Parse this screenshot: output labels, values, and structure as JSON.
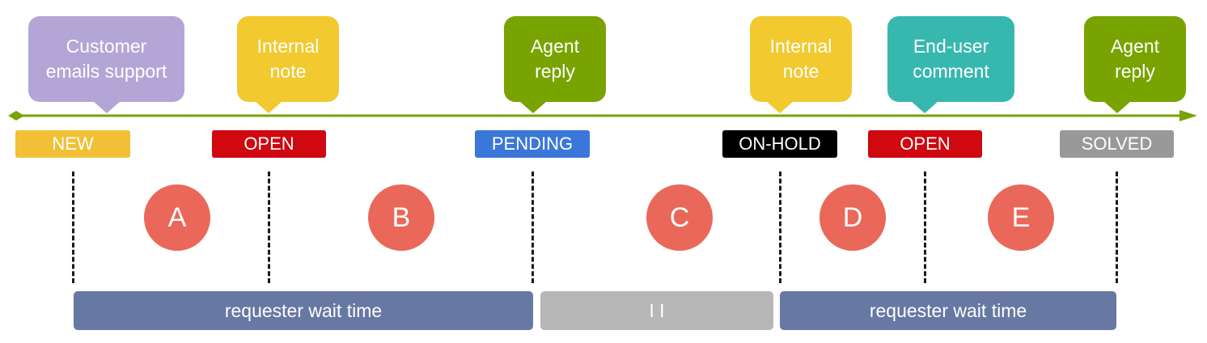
{
  "bubbles": [
    {
      "text": "Customer\nemails support",
      "color": "#b3a6d6"
    },
    {
      "text": "Internal\nnote",
      "color": "#f2c92f"
    },
    {
      "text": "Agent\nreply",
      "color": "#78a300"
    },
    {
      "text": "Internal\nnote",
      "color": "#f2c92f"
    },
    {
      "text": "End-user\ncomment",
      "color": "#37b8af"
    },
    {
      "text": "Agent\nreply",
      "color": "#78a300"
    }
  ],
  "statuses": [
    {
      "label": "NEW",
      "color": "#f2c037"
    },
    {
      "label": "OPEN",
      "color": "#d0080f"
    },
    {
      "label": "PENDING",
      "color": "#3a77d9"
    },
    {
      "label": "ON-HOLD",
      "color": "#000000"
    },
    {
      "label": "OPEN",
      "color": "#d0080f"
    },
    {
      "label": "SOLVED",
      "color": "#999999"
    }
  ],
  "intervals": [
    "A",
    "B",
    "C",
    "D",
    "E"
  ],
  "bars": [
    {
      "label": "requester wait time",
      "color": "#6778a3"
    },
    {
      "label": "I I",
      "color": "#b7b7b7"
    },
    {
      "label": "requester wait time",
      "color": "#6778a3"
    }
  ],
  "colors": {
    "timeline": "#78a300",
    "interval_circle": "#e9685a"
  }
}
